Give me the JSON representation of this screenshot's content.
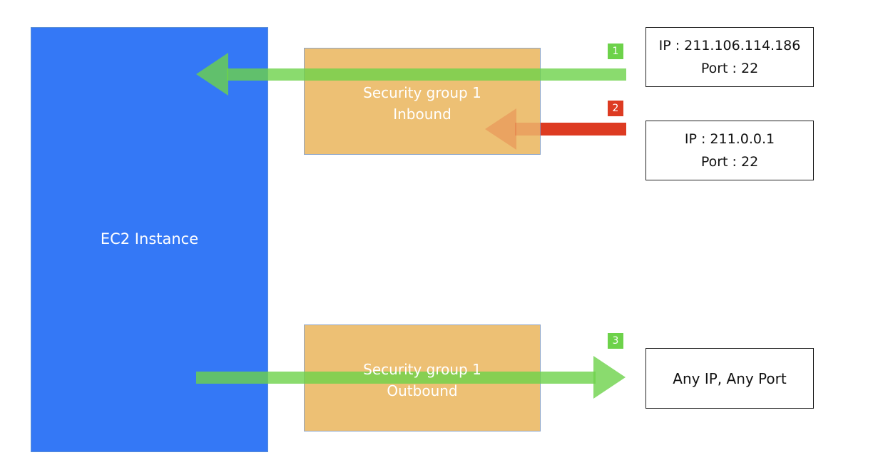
{
  "colors": {
    "ec2": "#3478f6",
    "security_group": "#edc074",
    "allowed": "#6dd24a",
    "denied": "#dd3b22"
  },
  "ec2": {
    "label": "EC2 Instance"
  },
  "inbound": {
    "title": "Security group 1",
    "direction": "Inbound"
  },
  "outbound": {
    "title": "Security group 1",
    "direction": "Outbound"
  },
  "rules": [
    {
      "badge": "1",
      "status": "allowed",
      "ip": "IP : 211.106.114.186",
      "port": "Port : 22"
    },
    {
      "badge": "2",
      "status": "denied",
      "ip": "IP : 211.0.0.1",
      "port": "Port : 22"
    },
    {
      "badge": "3",
      "status": "allowed",
      "target": "Any IP, Any Port"
    }
  ]
}
